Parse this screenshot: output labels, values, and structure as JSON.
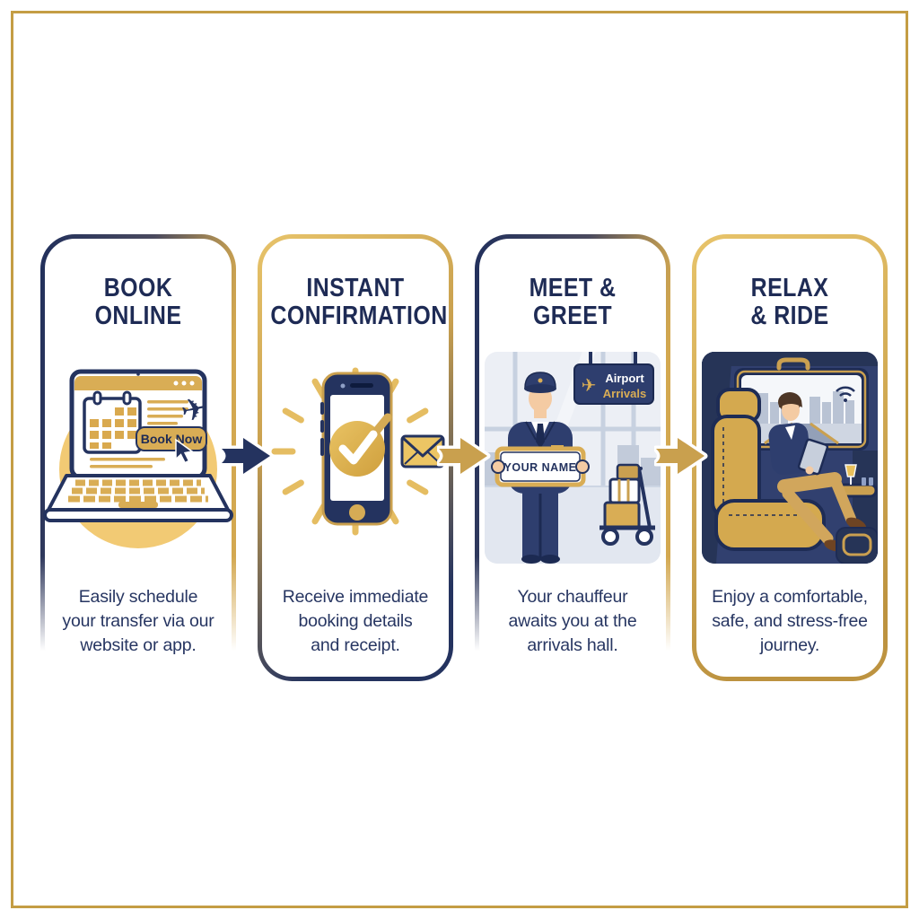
{
  "page": {
    "background": "#ffffff",
    "frame_color": "#c49d44"
  },
  "colors": {
    "navy": "#24335f",
    "navy_dark": "#1c2a52",
    "gold": "#c9a04e",
    "gold_light": "#e7c36a",
    "gold_pale": "#f2ca74",
    "skin": "#f4cba3",
    "title_text": "#1e2b55"
  },
  "icons": {
    "plane": "✈"
  },
  "steps": [
    {
      "id": "book-online",
      "title_line1": "BOOK",
      "title_line2": "ONLINE",
      "caption_lines": [
        "Easily schedule",
        "your transfer via our",
        "website or app."
      ],
      "illustration": "laptop-booking-screen",
      "button_label": "Book Now"
    },
    {
      "id": "instant-confirmation",
      "title_line1": "INSTANT",
      "title_line2": "CONFIRMATION",
      "caption_lines": [
        "Receive immediate",
        "booking details",
        "and receipt."
      ],
      "illustration": "phone-with-checkmark-and-email"
    },
    {
      "id": "meet-greet",
      "title_line1": "MEET &",
      "title_line2": "GREET",
      "caption_lines": [
        "Your chauffeur",
        "awaits you at the",
        "arrivals hall."
      ],
      "illustration": "chauffeur-with-name-sign",
      "name_sign_label": "YOUR NAME",
      "airport_sign": {
        "line1": "Airport",
        "line2": "Arrivals"
      }
    },
    {
      "id": "relax-ride",
      "title_line1": "RELAX",
      "title_line2": "& RIDE",
      "caption_lines": [
        "Enjoy a comfortable,",
        "safe, and stress-free",
        "journey."
      ],
      "illustration": "passenger-relaxing-in-car"
    }
  ],
  "connectors": [
    {
      "from": "book-online",
      "to": "instant-confirmation",
      "color": "#24335f"
    },
    {
      "from": "instant-confirmation",
      "to": "meet-greet",
      "color": "#c9a04e"
    },
    {
      "from": "meet-greet",
      "to": "relax-ride",
      "color": "#c9a04e"
    }
  ]
}
